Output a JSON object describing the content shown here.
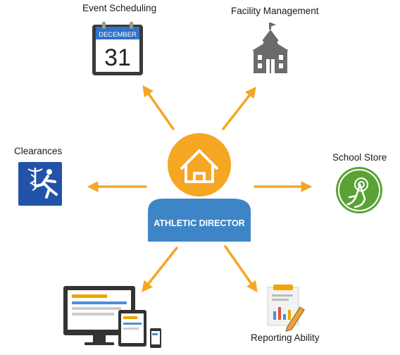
{
  "center": {
    "label": "ATHLETIC DIRECTOR",
    "circle_color": "#f5a623",
    "body_color": "#3d85c6"
  },
  "arrow_color": "#f5a623",
  "nodes": {
    "event_scheduling": {
      "label": "Event Scheduling",
      "icon": "calendar-icon",
      "calendar_month": "DECEMBER",
      "calendar_day": "31"
    },
    "facility_management": {
      "label": "Facility Management",
      "icon": "school-building-icon"
    },
    "clearances": {
      "label": "Clearances",
      "icon": "medical-caduceus-runner-icon"
    },
    "school_store": {
      "label": "School Store",
      "icon": "hand-touch-icon"
    },
    "devices": {
      "label": "",
      "icon": "devices-icon"
    },
    "reporting_ability": {
      "label": "Reporting Ability",
      "icon": "report-chart-icon"
    }
  }
}
